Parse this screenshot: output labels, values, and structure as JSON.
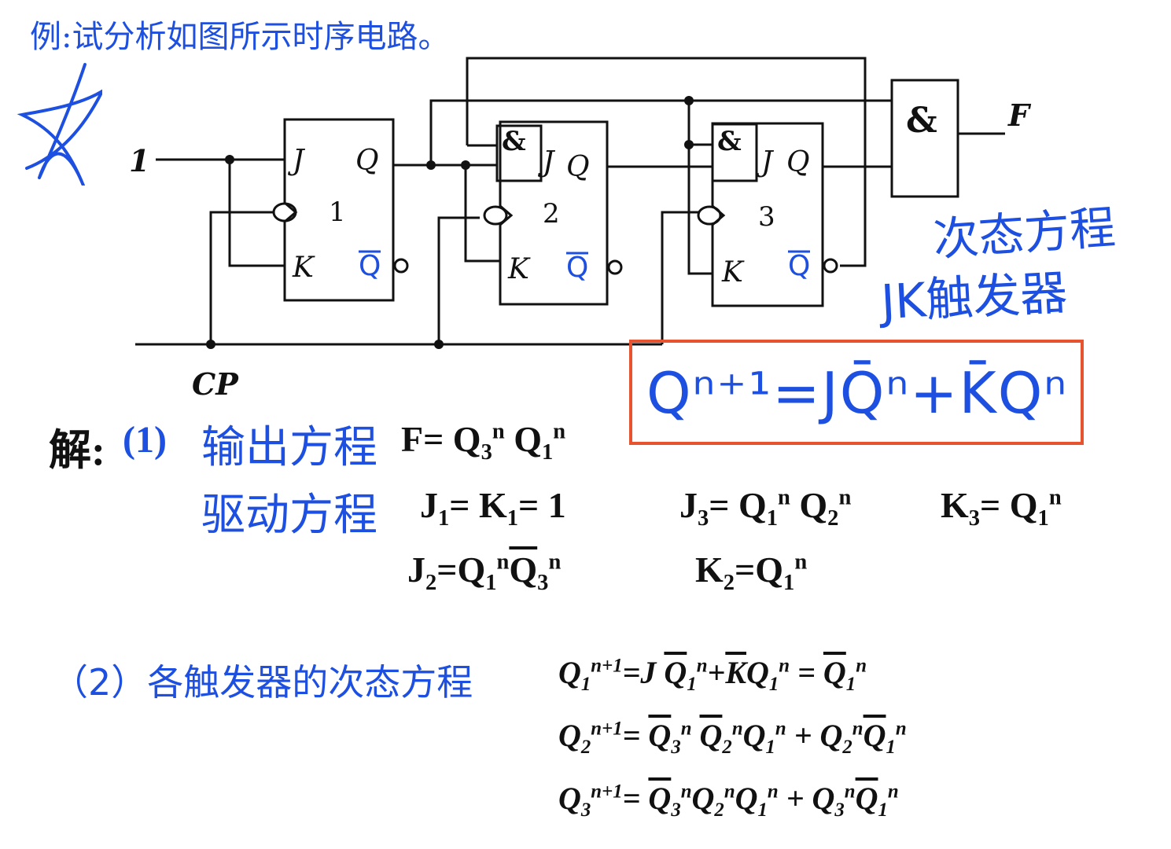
{
  "title": "例:试分析如图所示时序电路。",
  "circuit": {
    "input_label": "1",
    "clock_label": "CP",
    "output_label": "F",
    "and_symbol": "&",
    "ff": [
      {
        "number": "1",
        "j": "J",
        "k": "K",
        "q": "Q",
        "qbar": "Q"
      },
      {
        "number": "2",
        "j": "J",
        "k": "K",
        "q": "Q",
        "qbar": "Q"
      },
      {
        "number": "3",
        "j": "J",
        "k": "K",
        "q": "Q",
        "qbar": "Q"
      }
    ]
  },
  "annotations": {
    "handwritten_line1": "次态方程",
    "handwritten_line2": "JK触发器",
    "boxed_formula": "Qⁿ⁺¹=JQ̄ⁿ+K̄Qⁿ",
    "box_color": "#e8532f",
    "ink_color": "#1d4fe0"
  },
  "solution": {
    "label": "解:",
    "step1": "(1)",
    "output_eq_title": "输出方程",
    "output_eq": "F= Q3n Q1n",
    "drive_eq_title": "驱动方程",
    "j1k1": "J1= K1= 1",
    "j3": "J3= Q1n Q2n",
    "k3": "K3= Q1n",
    "j2": "J2=Q1nQ3n",
    "k2": "K2=Q1n",
    "step2": "（2）各触发器的次态方程",
    "q1_eq": "Q1n+1=J Q1n+KQ1n = Q1n",
    "q2_eq": "Q2n+1= Q3n Q2nQ1n + Q2nQ1n",
    "q3_eq": "Q3n+1= Q3nQ2nQ1n + Q3nQ1n"
  }
}
